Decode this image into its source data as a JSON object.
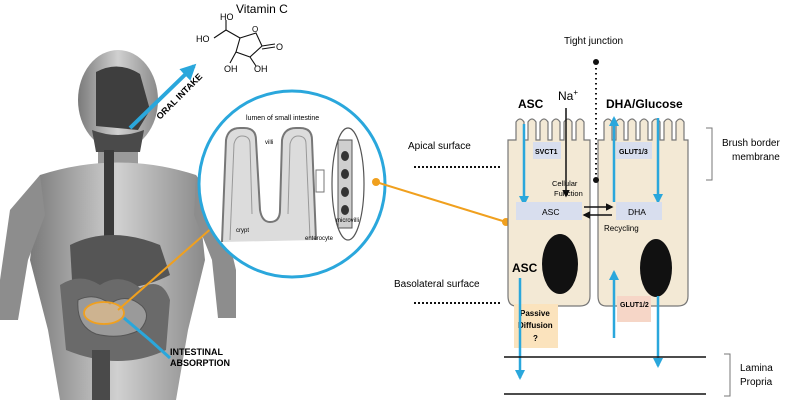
{
  "vitamin": {
    "title": "Vitamin C",
    "atoms": {
      "ho_top": "HO",
      "ho_left": "HO",
      "oh_a": "OH",
      "oh_b": "OH",
      "o_carbonyl": "O",
      "o_ring": "O"
    }
  },
  "intake": {
    "oral_intake": "ORAL INTAKE",
    "intestinal_absorption_1": "INTESTINAL",
    "intestinal_absorption_2": "ABSORPTION"
  },
  "zoom": {
    "lumen": "lumen of small intestine",
    "villi": "villi",
    "crypt": "crypt",
    "enterocyte": "enterocyte",
    "microvilli": "microvilli"
  },
  "surfaces": {
    "apical": "Apical surface",
    "basolateral": "Basolateral surface",
    "tight_junction": "Tight junction"
  },
  "cells": {
    "asc_top": "ASC",
    "na": "Na",
    "na_sup": "+",
    "dha_glucose": "DHA/Glucose",
    "svct1": "SVCT1",
    "glut13": "GLUT1/3",
    "cellular_function_1": "Cellular",
    "cellular_function_2": "Function",
    "asc_box": "ASC",
    "dha_box": "DHA",
    "recycling": "Recycling",
    "asc_lower": "ASC",
    "glut12": "GLUT1/2",
    "passive_1": "Passive",
    "passive_2": "Diffusion",
    "passive_3": "?"
  },
  "right_labels": {
    "brush_1": "Brush border",
    "brush_2": "membrane",
    "lamina_1": "Lamina",
    "lamina_2": "Propria"
  },
  "colors": {
    "blue_arrow": "#2aa7dc",
    "orange": "#f0a01e",
    "cell_fill": "#f3e9d5",
    "box_fill": "#d8deee",
    "passive_fill": "#fbe3bd",
    "glut_fill": "#f6d6c7"
  }
}
